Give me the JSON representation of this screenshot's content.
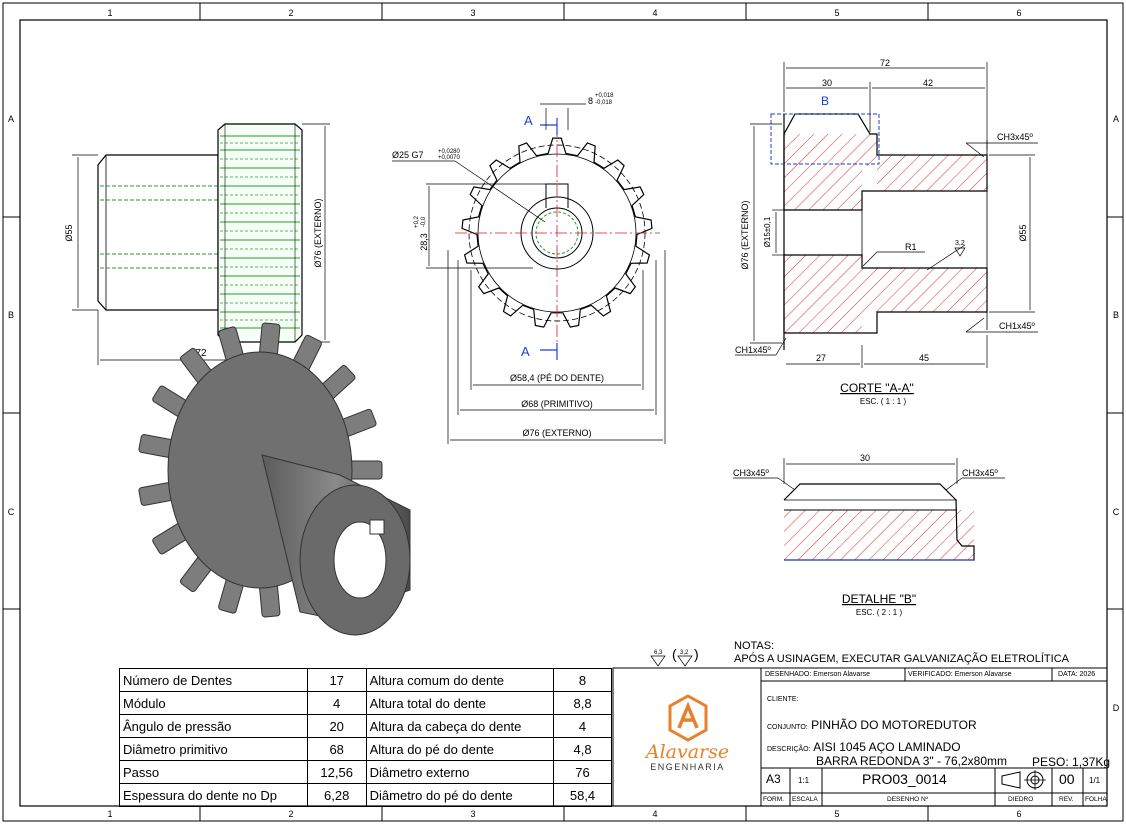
{
  "border": {
    "cols": [
      "1",
      "2",
      "3",
      "4",
      "5",
      "6"
    ],
    "rows": [
      "A",
      "B",
      "C",
      "D"
    ]
  },
  "views": {
    "side": {
      "dia_hub": "Ø55",
      "dia_ext": "Ø76 (EXTERNO)",
      "length": "72"
    },
    "front": {
      "bore": "Ø25 G7",
      "bore_tol_up": "+0,0280",
      "bore_tol_lo": "+0,0070",
      "keyway": "8",
      "keyway_tol_up": "+0,018",
      "keyway_tol_lo": "-0,018",
      "keyway_h": "28,3",
      "keyway_h_tol_up": "+0,2",
      "keyway_h_tol_lo": "-0,0",
      "section_mark": "A",
      "d_root": "Ø58,4 (PÉ DO DENTE)",
      "d_pitch": "Ø68 (PRIMITIVO)",
      "d_ext": "Ø76 (EXTERNO)"
    },
    "section": {
      "total": "72",
      "d30": "30",
      "d42": "42",
      "detail_mark": "B",
      "ch_top": "CH3x45º",
      "ch_bot": "CH1x45º",
      "ch_left": "CH1x45º",
      "d_ext": "Ø76 (EXTERNO)",
      "d_bore": "Ø15±0,1",
      "d_hub": "Ø55",
      "radius": "R1",
      "rough": "3,2",
      "d27": "27",
      "d45": "45",
      "title": "CORTE \"A-A\"",
      "scale": "ESC. ( 1 : 1 )"
    },
    "detail": {
      "d30": "30",
      "ch_left": "CH3x45º",
      "ch_right": "CH3x45º",
      "title": "DETALHE \"B\"",
      "scale": "ESC. ( 2 : 1 )"
    },
    "surface": {
      "general": "6,3",
      "inner": "3,2"
    }
  },
  "notes": {
    "title": "NOTAS:",
    "line1": "APÓS A USINAGEM, EXECUTAR GALVANIZAÇÃO ELETROLÍTICA"
  },
  "gear_table": [
    {
      "label": "Número de Dentes",
      "value": "17",
      "label2": "Altura comum do dente",
      "value2": "8"
    },
    {
      "label": "Módulo",
      "value": "4",
      "label2": "Altura total do dente",
      "value2": "8,8"
    },
    {
      "label": "Ângulo de pressão",
      "value": "20",
      "label2": "Altura da cabeça do dente",
      "value2": "4"
    },
    {
      "label": "Diâmetro primitivo",
      "value": "68",
      "label2": "Altura do pé do dente",
      "value2": "4,8"
    },
    {
      "label": "Passo",
      "value": "12,56",
      "label2": "Diâmetro externo",
      "value2": "76"
    },
    {
      "label": "Espessura do dente no Dp",
      "value": "6,28",
      "label2": "Diâmetro do pé do dente",
      "value2": "58,4"
    }
  ],
  "logo": {
    "name": "Alavarse",
    "subtitle": "ENGENHARIA",
    "color": "#e8822a"
  },
  "title_block": {
    "designed_label": "DESENHADO:",
    "designed": "Emerson Alavarse",
    "verified_label": "VERIFICADO:",
    "verified": "Emerson Alavarse",
    "date_label": "DATA:",
    "date": "2026",
    "client_label": "CLIENTE:",
    "assembly_label": "CONJUNTO:",
    "assembly": "PINHÃO DO MOTOREDUTOR",
    "desc_label": "DESCRIÇÃO:",
    "desc1": "AISI 1045 AÇO LAMINADO",
    "desc2": "BARRA REDONDA 3\" - 76,2x80mm",
    "weight": "PESO: 1,37Kg",
    "format": "A3",
    "scale": "1:1",
    "drawing_no": "PRO03_0014",
    "rev": "00",
    "sheet": "1/1",
    "format_label": "FORM.",
    "scale_label": "ESCALA",
    "drawing_label": "DESENHO Nº",
    "diedro_label": "DIEDRO",
    "rev_label": "REV.",
    "sheet_label": "FOLHA"
  }
}
